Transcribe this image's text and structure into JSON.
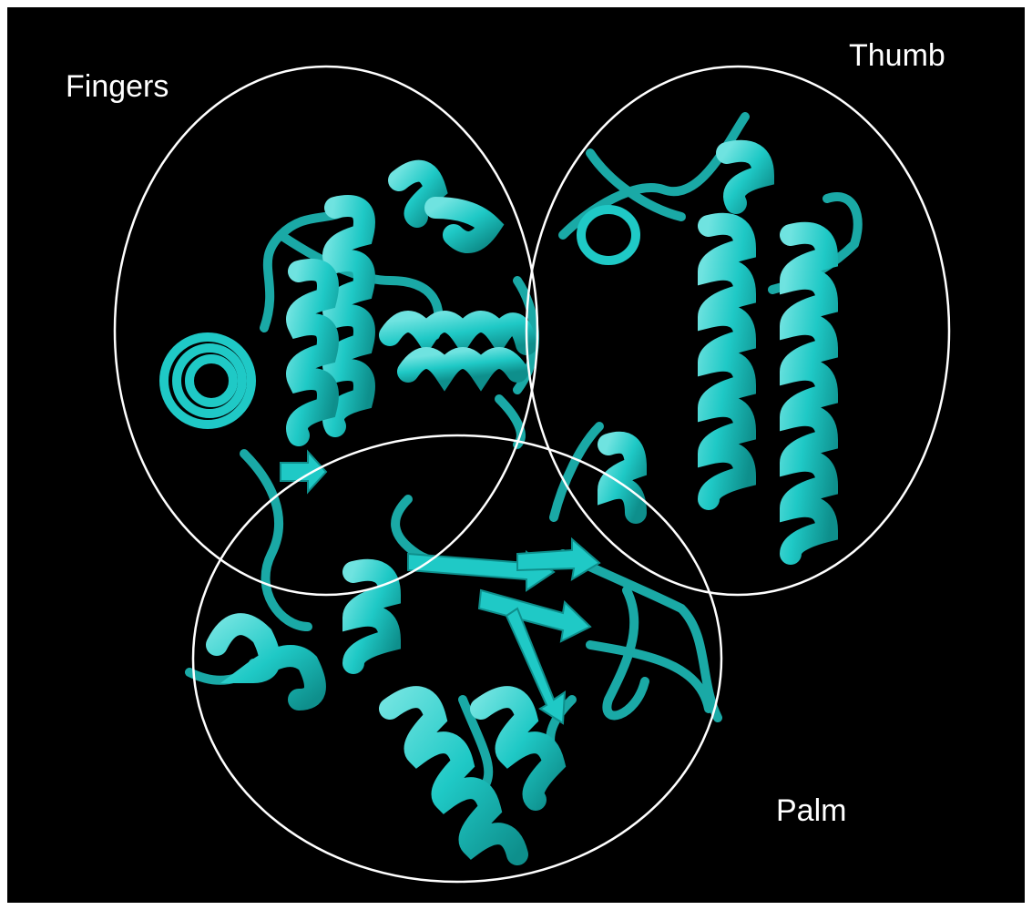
{
  "labels": {
    "fingers": "Fingers",
    "thumb": "Thumb",
    "palm": "Palm"
  },
  "colors": {
    "background": "#000000",
    "ribbon": "#1fc9c6",
    "ribbon_dark": "#0e8f8c",
    "ribbon_light": "#6fe3e0",
    "outline": "#ffffff"
  },
  "domains": [
    "fingers",
    "thumb",
    "palm"
  ]
}
